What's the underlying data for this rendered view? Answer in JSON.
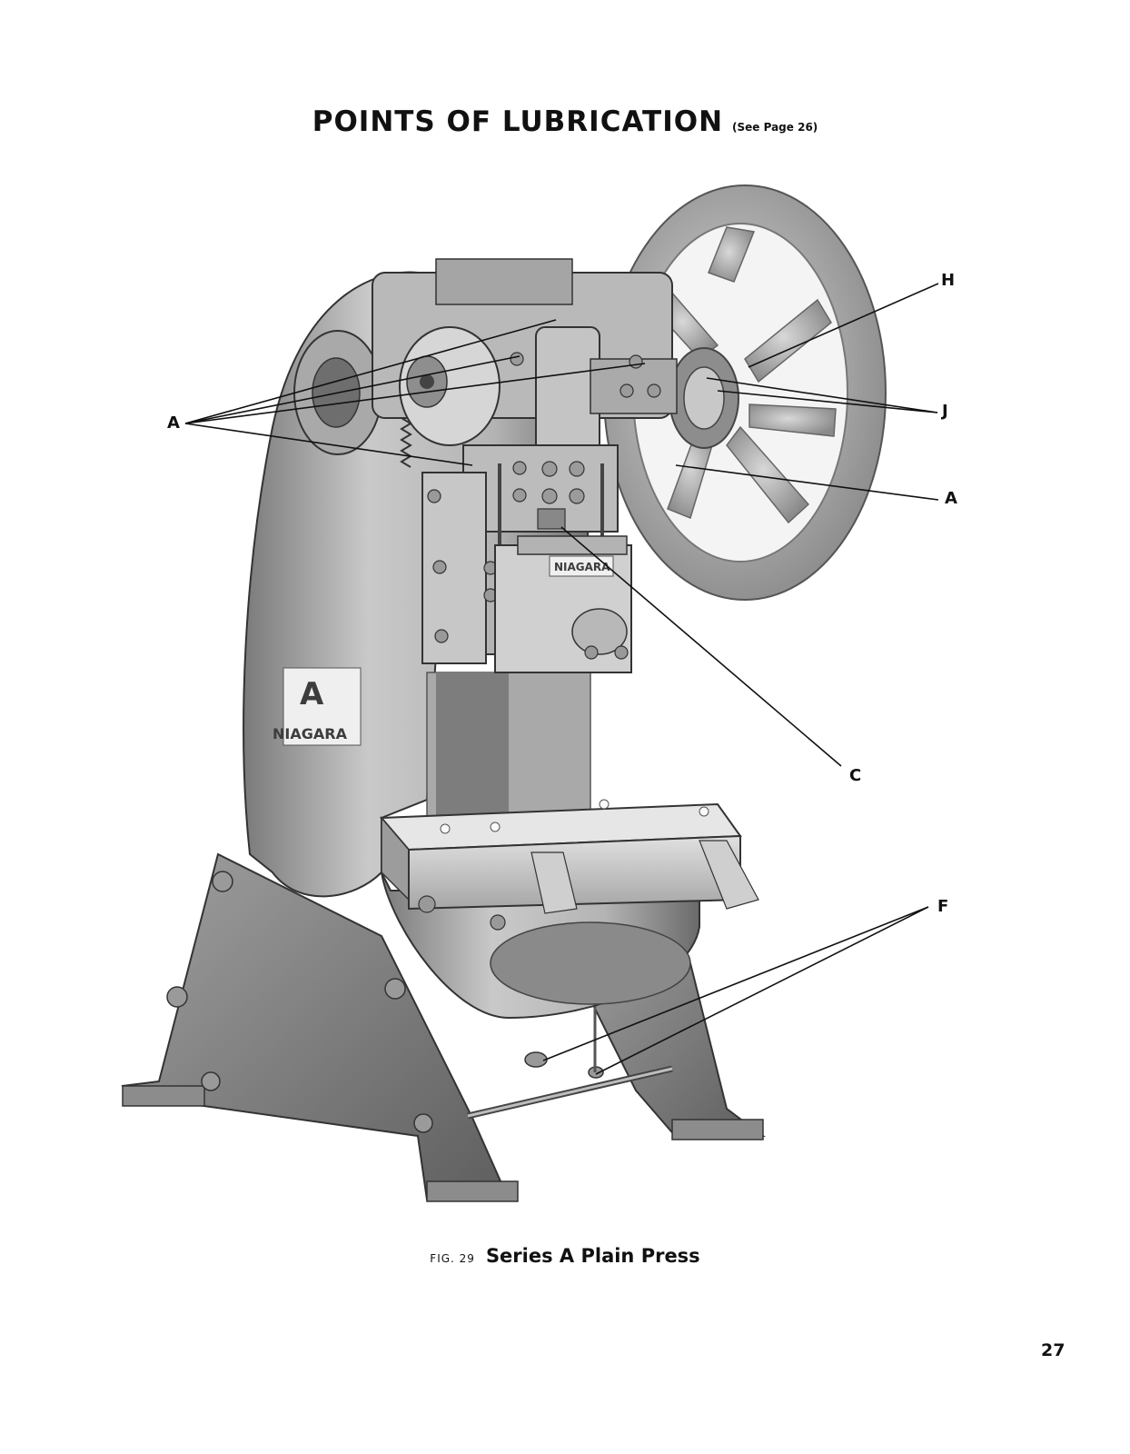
{
  "heading": {
    "title": "POINTS OF LUBRICATION",
    "reference": "(See Page 26)"
  },
  "figure": {
    "callouts": [
      "A",
      "A",
      "H",
      "J",
      "C",
      "F"
    ],
    "nameplate_text": [
      "A",
      "NIAGARA"
    ],
    "ram_plate_text": "NIAGARA"
  },
  "caption": {
    "figure_number": "FIG. 29",
    "title": "Series A Plain Press"
  },
  "page_number": "27",
  "colors": {
    "ink": "#111111",
    "metal_light": "#d2d2d2",
    "metal_mid": "#a8a8a8",
    "metal_dark": "#6e6e6e"
  }
}
